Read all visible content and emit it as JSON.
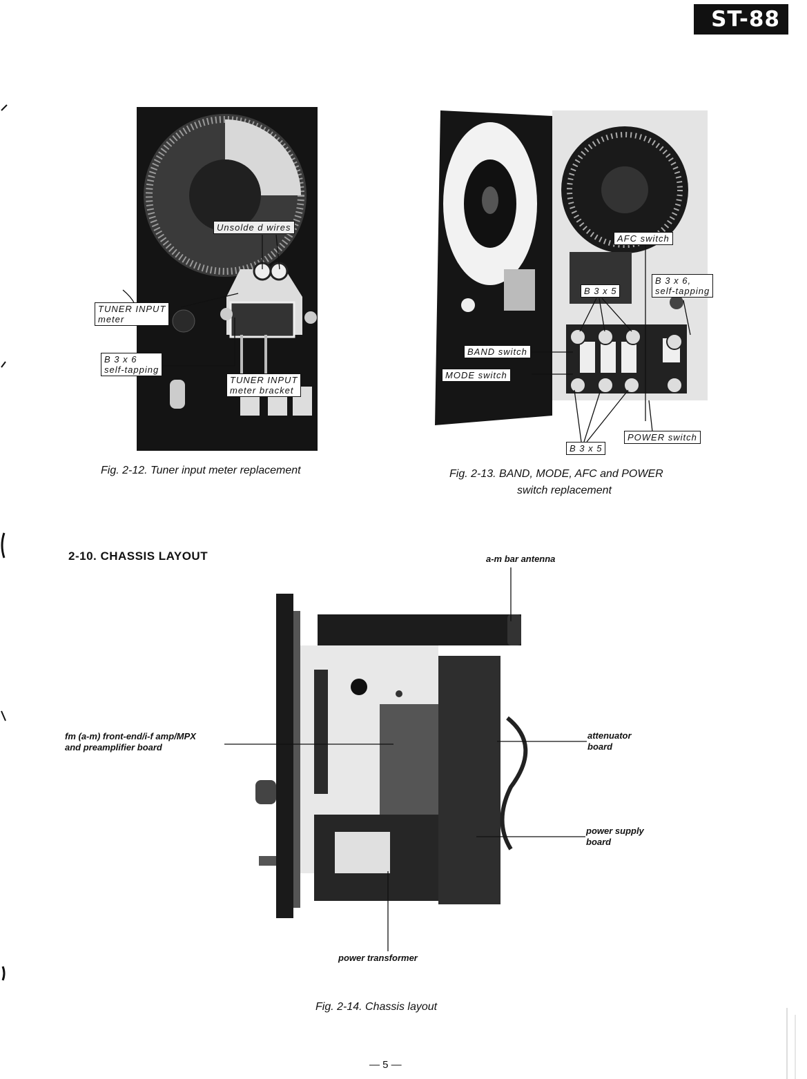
{
  "model_badge": "ST-88",
  "fig12": {
    "callouts": {
      "unsoldered_wires": "Unsolde    d wires",
      "tuner_input_meter_1": "TUNER  INPUT",
      "tuner_input_meter_2": "meter",
      "screw_1": "B 3 x 6",
      "screw_2": "self-tapping",
      "bracket_1": "TUNER  INPUT",
      "bracket_2": "meter bracket"
    },
    "caption": "Fig. 2-12.    Tuner input meter replacement"
  },
  "fig13": {
    "callouts": {
      "afc_switch": "AFC switch",
      "screw_top": "B 3 x 5",
      "self_tap_1": "B 3 x 6,",
      "self_tap_2": "self-tapping",
      "band_switch": "BAND switch",
      "mode_switch": "MODE switch",
      "power_switch": "POWER switch",
      "screw_bottom": "B 3 x 5"
    },
    "caption_line1": "Fig. 2-13.    BAND, MODE, AFC and POWER",
    "caption_line2": "switch replacement"
  },
  "section": {
    "heading": "2-10.   CHASSIS LAYOUT"
  },
  "fig14": {
    "labels": {
      "antenna": "a-m bar antenna",
      "front_end_1": "fm (a-m) front-end/i-f amp/MPX",
      "front_end_2": "and preamplifier board",
      "attenuator_1": "attenuator",
      "attenuator_2": "board",
      "power_supply_1": "power supply",
      "power_supply_2": "board",
      "transformer": "power transformer"
    },
    "caption": "Fig. 2-14.    Chassis layout"
  },
  "page_number": "— 5 —"
}
